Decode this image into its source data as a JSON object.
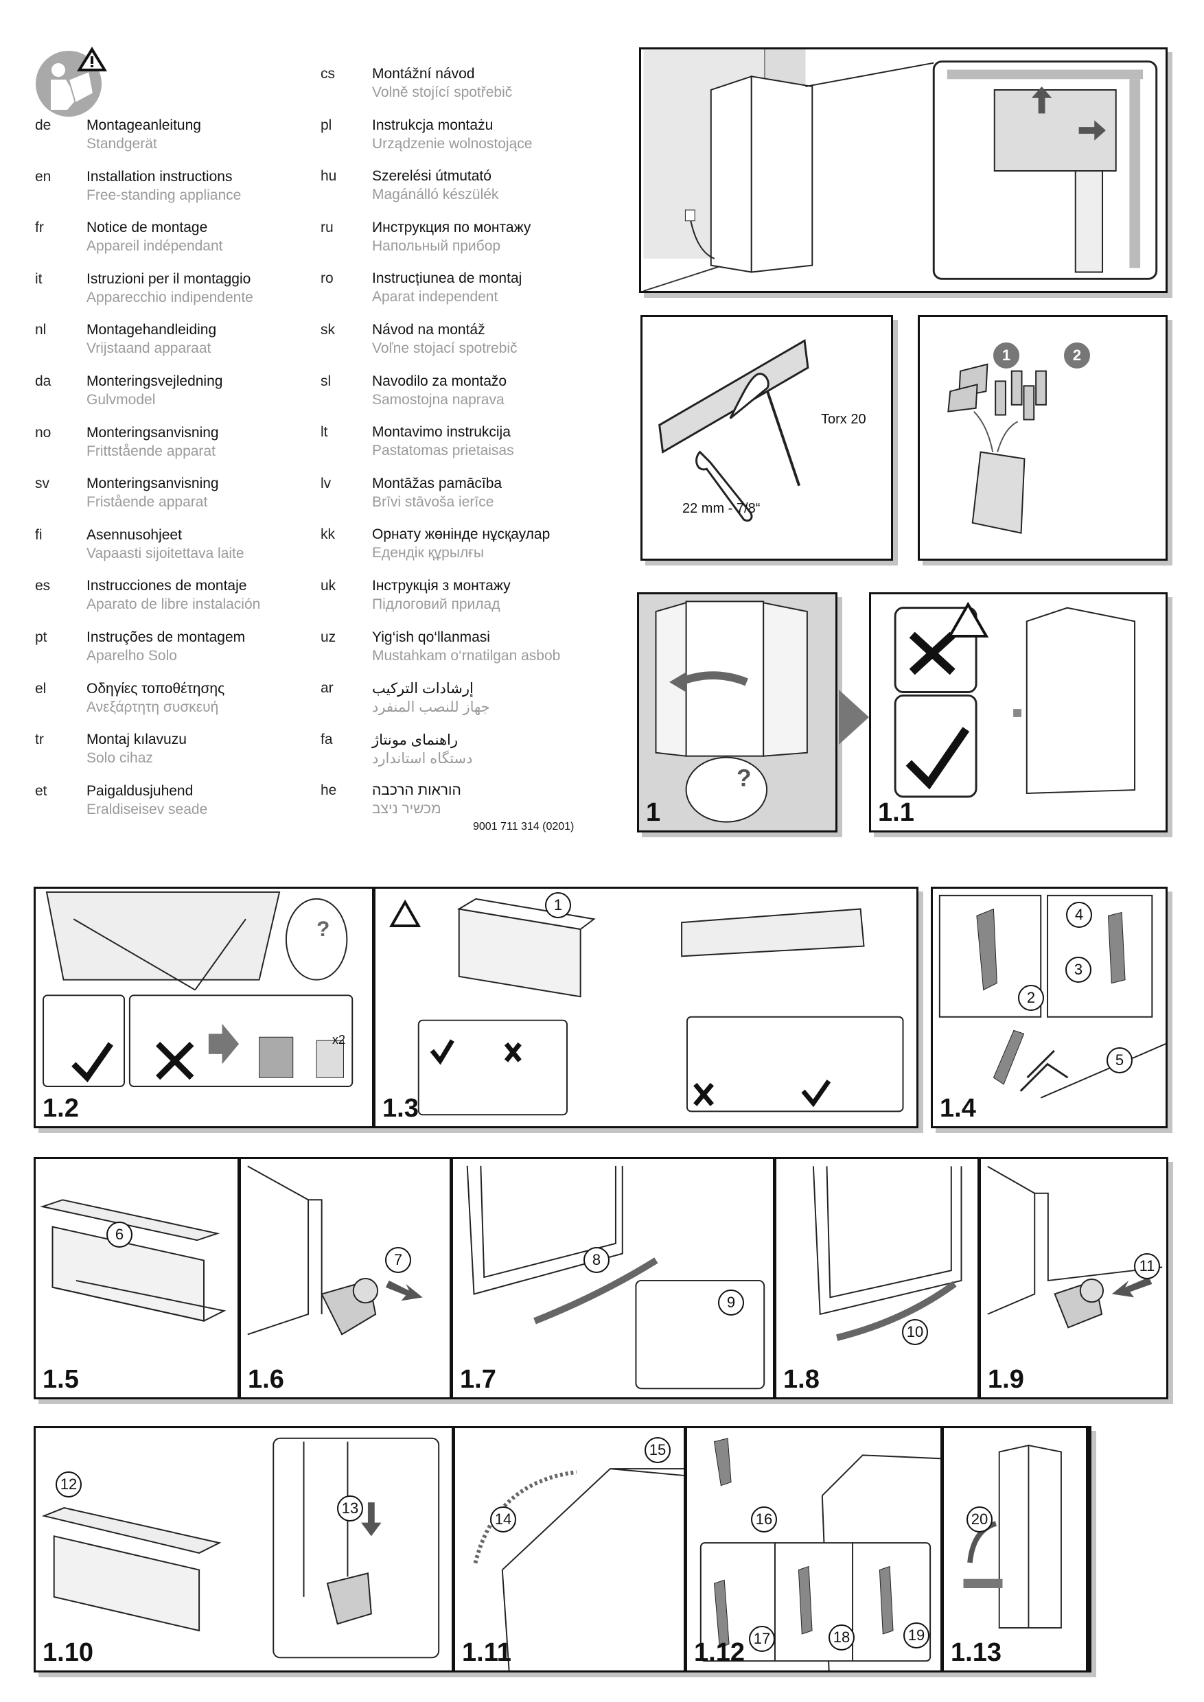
{
  "languages_left": [
    {
      "code": "de",
      "title": "Montageanleitung",
      "subtitle": "Standgerät"
    },
    {
      "code": "en",
      "title": "Installation instructions",
      "subtitle": "Free-standing appliance"
    },
    {
      "code": "fr",
      "title": "Notice de montage",
      "subtitle": "Appareil indépendant"
    },
    {
      "code": "it",
      "title": "Istruzioni per il montaggio",
      "subtitle": "Apparecchio indipendente"
    },
    {
      "code": "nl",
      "title": "Montagehandleiding",
      "subtitle": "Vrijstaand apparaat"
    },
    {
      "code": "da",
      "title": "Monteringsvejledning",
      "subtitle": "Gulvmodel"
    },
    {
      "code": "no",
      "title": "Monteringsanvisning",
      "subtitle": "Frittstående apparat"
    },
    {
      "code": "sv",
      "title": "Monteringsanvisning",
      "subtitle": "Fristående  apparat"
    },
    {
      "code": "fi",
      "title": "Asennusohjeet",
      "subtitle": "Vapaasti sijoitettava laite"
    },
    {
      "code": "es",
      "title": "Instrucciones de montaje",
      "subtitle": "Aparato de libre instalación"
    },
    {
      "code": "pt",
      "title": "Instruções de montagem",
      "subtitle": "Aparelho Solo"
    },
    {
      "code": "el",
      "title": "Οδηγίες τοποθέτησης",
      "subtitle": "Ανεξάρτητη συσκευή"
    },
    {
      "code": "tr",
      "title": "Montaj kılavuzu",
      "subtitle": "Solo cihaz"
    },
    {
      "code": "et",
      "title": "Paigaldusjuhend",
      "subtitle": "Eraldiseisev seade"
    }
  ],
  "languages_right": [
    {
      "code": "cs",
      "title": "Montážní návod",
      "subtitle": "Volně stojící spotřebič"
    },
    {
      "code": "pl",
      "title": "Instrukcja montażu",
      "subtitle": "Urządzenie wolnostojące"
    },
    {
      "code": "hu",
      "title": "Szerelési útmutató",
      "subtitle": "Magánálló készülék"
    },
    {
      "code": "ru",
      "title": "Инструкция по монтажу",
      "subtitle": "Напольный прибор"
    },
    {
      "code": "ro",
      "title": "Instrucțiunea de montaj",
      "subtitle": "Aparat independent"
    },
    {
      "code": "sk",
      "title": "Návod na montáž",
      "subtitle": "Voľne stojací spotrebič"
    },
    {
      "code": "sl",
      "title": "Navodilo za montažo",
      "subtitle": "Samostojna naprava"
    },
    {
      "code": "lt",
      "title": "Montavimo instrukcija",
      "subtitle": "Pastatomas prietaisas"
    },
    {
      "code": "lv",
      "title": "Montāžas pamācība",
      "subtitle": "Brīvi stāvoša ierīce"
    },
    {
      "code": "kk",
      "title": "Орнату жөнінде нұсқаулар",
      "subtitle": "Едендік құрылғы"
    },
    {
      "code": "uk",
      "title": "Інструкція з монтажу",
      "subtitle": "Підлоговий прилад"
    },
    {
      "code": "uz",
      "title": "Yig‘ish qo‘llanmasi",
      "subtitle": "Mustahkam o‘rnatilgan asbob"
    },
    {
      "code": "ar",
      "title": "إرشادات التركيب",
      "subtitle": "جهاز للنصب المنفرد"
    },
    {
      "code": "fa",
      "title": "راهنمای مونتاژ",
      "subtitle": "دستگاه استاندارد"
    },
    {
      "code": "he",
      "title": "הוראות הרכבה",
      "subtitle": "מכשיר ניצב"
    }
  ],
  "part_number": "9001 711 314 (0201)",
  "tools": {
    "screwdriver": "Torx 20",
    "wrench": "22 mm - 7/8“"
  },
  "bag_parts": [
    "1",
    "2"
  ],
  "multiplier": "x2",
  "panels": {
    "p1": "1",
    "p1_1": "1.1",
    "p1_2": "1.2",
    "p1_3": "1.3",
    "p1_4": "1.4",
    "p1_5": "1.5",
    "p1_6": "1.6",
    "p1_7": "1.7",
    "p1_8": "1.8",
    "p1_9": "1.9",
    "p1_10": "1.10",
    "p1_11": "1.11",
    "p1_12": "1.12",
    "p1_13": "1.13"
  },
  "steps": [
    "1",
    "2",
    "3",
    "4",
    "5",
    "6",
    "7",
    "8",
    "9",
    "10",
    "11",
    "12",
    "13",
    "14",
    "15",
    "16",
    "17",
    "18",
    "19",
    "20"
  ]
}
